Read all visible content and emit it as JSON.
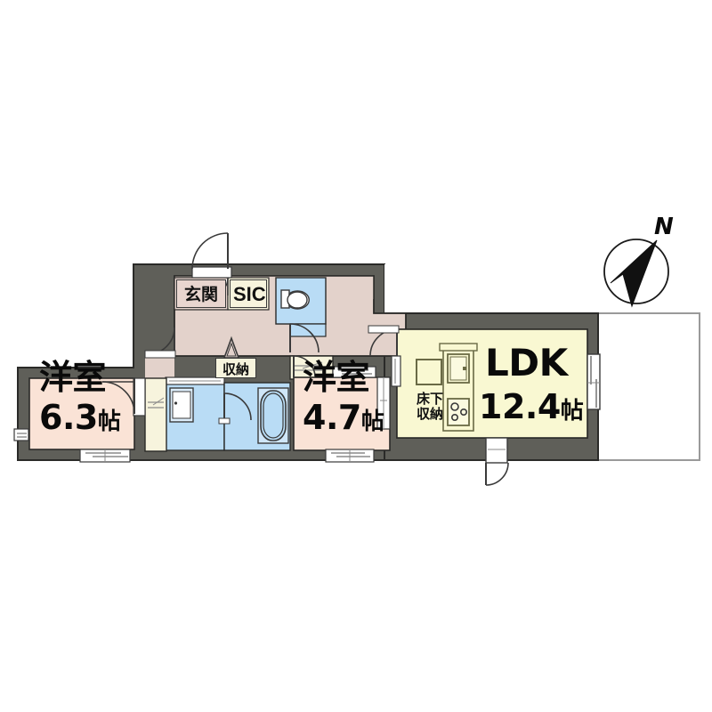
{
  "plan": {
    "type": "residential-floor-plan",
    "unit_label": "帖",
    "colors": {
      "wall": "#5f5f59",
      "wall_outline": "#2a2a28",
      "room_bedroom": "#fae3d6",
      "room_ldk": "#f9f8d2",
      "hallway": "#e3d2cb",
      "wet_area": "#b9dcf5",
      "closet": "#f7f4dd",
      "balcony_outline": "#9a9a9a",
      "fixture_line": "#3a3a3a",
      "text": "#0a0a0a"
    }
  },
  "rooms": [
    {
      "id": "bedroom-west",
      "name": "洋室",
      "area": "6.3",
      "unit": "帖"
    },
    {
      "id": "bedroom-mid",
      "name": "洋室",
      "area": "4.7",
      "unit": "帖"
    },
    {
      "id": "ldk",
      "name": "LDK",
      "area": "12.4",
      "unit": "帖"
    }
  ],
  "tags": [
    {
      "id": "entrance",
      "label": "玄関"
    },
    {
      "id": "shoe-closet",
      "label": "SIC"
    },
    {
      "id": "storage",
      "label": "収納"
    },
    {
      "id": "under-floor-storage",
      "label": "床下\n収納",
      "line1": "床下",
      "line2": "収納"
    }
  ],
  "compass": {
    "label": "N",
    "direction": "north",
    "name": "compass-rose"
  },
  "fixtures": [
    {
      "id": "toilet",
      "name": "wc-fixture"
    },
    {
      "id": "bathtub",
      "name": "bathtub-fixture"
    },
    {
      "id": "washbasin",
      "name": "washbasin-fixture"
    },
    {
      "id": "sink",
      "name": "kitchen-sink-fixture"
    },
    {
      "id": "stove",
      "name": "stove-fixture"
    },
    {
      "id": "balcony",
      "name": "balcony-area"
    }
  ]
}
